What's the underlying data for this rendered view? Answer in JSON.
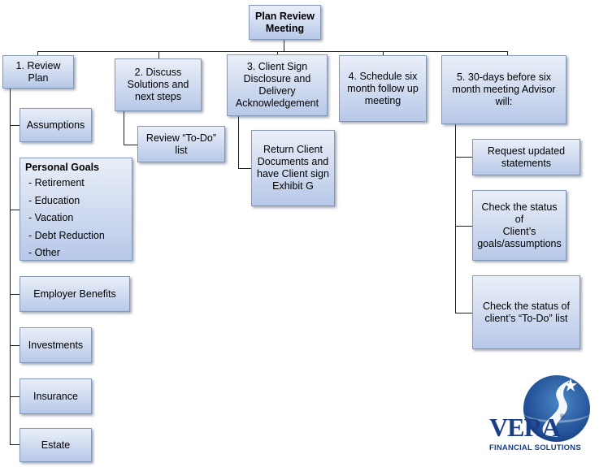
{
  "root": "Plan Review\nMeeting",
  "branches": [
    {
      "label": "1. Review Plan",
      "children": [
        "Assumptions",
        "Employer Benefits",
        "Investments",
        "Insurance",
        "Estate"
      ],
      "personal_goals": {
        "title": "Personal Goals",
        "items": [
          "- Retirement",
          "- Education",
          "- Vacation",
          "- Debt Reduction",
          "- Other"
        ]
      }
    },
    {
      "label": "2. Discuss\nSolutions and\nnext steps",
      "children": [
        "Review “To-Do”\nlist"
      ]
    },
    {
      "label": "3. Client Sign\nDisclosure and\nDelivery\nAcknowledgement",
      "children": [
        "Return Client\nDocuments and\nhave Client sign\nExhibit G"
      ]
    },
    {
      "label": "4. Schedule six\nmonth follow up\nmeeting",
      "children": []
    },
    {
      "label": "5. 30-days before six\nmonth meeting Advisor\nwill:",
      "children": [
        "Request updated\nstatements",
        "Check the status of\nClient’s\ngoals/assumptions",
        "Check the status of\nclient’s “To-Do” list"
      ]
    }
  ],
  "logo": {
    "wordmark": "VERA",
    "registered": "®",
    "tagline": "FINANCIAL SOLUTIONS",
    "colors": {
      "navy": "#1a3f86",
      "globe": "#2160a8",
      "light": "#7fb2e3"
    }
  }
}
